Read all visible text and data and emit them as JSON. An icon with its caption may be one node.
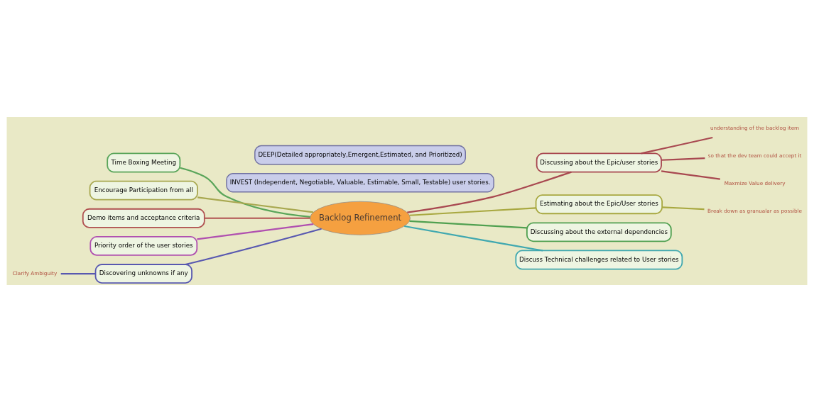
{
  "diagram": {
    "nodes": [
      {
        "text": [
          "DEEP(Detailed appropriately,Emergent,Estimated, and Prioritized)"
        ]
      },
      {
        "text": [
          "INVEST (Independent, Negotiable, Valuable, Estimable, Small, Testable) user stories."
        ]
      },
      {
        "text": [
          "Backlog Refinement"
        ]
      },
      {
        "text": [
          "Time Boxing Meeting"
        ]
      },
      {
        "text": [
          "Encourage Participation from all"
        ]
      },
      {
        "text": [
          "Demo items and acceptance criteria"
        ]
      },
      {
        "text": [
          "Priority order of the user stories"
        ]
      },
      {
        "text": [
          "Discovering unknowns if any"
        ]
      },
      {
        "text": [
          "Clarify Ambiguity"
        ]
      },
      {
        "text": [
          "Discussing about the Epic/user stories"
        ]
      },
      {
        "text": [
          "understanding of the backlog item"
        ]
      },
      {
        "text": [
          "so that the dev team could accept it"
        ]
      },
      {
        "text": [
          "Maxmize Value delivery"
        ]
      },
      {
        "text": [
          "Estimating about the Epic/User stories"
        ]
      },
      {
        "text": [
          "Break down as granualar as possible"
        ]
      },
      {
        "text": [
          "Discussing about the external dependencies"
        ]
      },
      {
        "text": [
          "Discuss Technical challenges related to User stories"
        ]
      }
    ],
    "edges": [
      {
        "from": 2,
        "to": 3,
        "arrow": "none",
        "color": "#5aa55a"
      },
      {
        "from": 2,
        "to": 4,
        "arrow": "none",
        "color": "#a8a850"
      },
      {
        "from": 2,
        "to": 5,
        "arrow": "none",
        "color": "#b05050"
      },
      {
        "from": 2,
        "to": 6,
        "arrow": "none",
        "color": "#b050b0"
      },
      {
        "from": 2,
        "to": 7,
        "arrow": "none",
        "color": "#5858b0"
      },
      {
        "from": 7,
        "to": 8,
        "arrow": "none",
        "color": "#5858b0"
      },
      {
        "from": 2,
        "to": 9,
        "arrow": "none",
        "color": "#a84850"
      },
      {
        "from": 9,
        "to": 10,
        "arrow": "none",
        "color": "#a84850"
      },
      {
        "from": 9,
        "to": 11,
        "arrow": "none",
        "color": "#a84850"
      },
      {
        "from": 9,
        "to": 12,
        "arrow": "none",
        "color": "#a84850"
      },
      {
        "from": 2,
        "to": 13,
        "arrow": "none",
        "color": "#a8a840"
      },
      {
        "from": 13,
        "to": 14,
        "arrow": "none",
        "color": "#a8a840"
      },
      {
        "from": 2,
        "to": 15,
        "arrow": "none",
        "color": "#50a050"
      },
      {
        "from": 2,
        "to": 16,
        "arrow": "none",
        "color": "#40a8b0"
      }
    ]
  }
}
